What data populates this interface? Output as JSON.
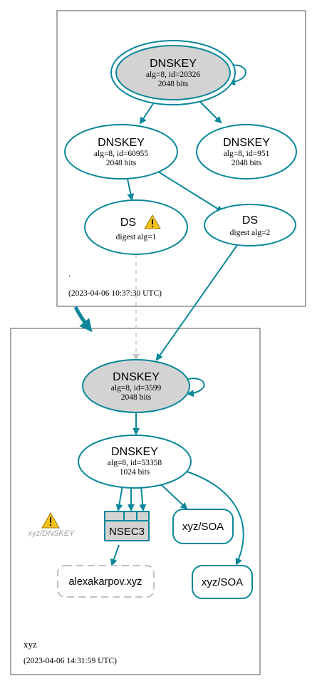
{
  "colors": {
    "edge": "#0a879a",
    "box": "#555555",
    "fill_gray": "#d3d3d3",
    "dashed": "#c0c0c0",
    "warning": "#f4c21b",
    "faint_text": "#a0a0a0"
  },
  "root_zone": {
    "name": ".",
    "timestamp": "(2023-04-06 10:37:30 UTC)",
    "ksk": {
      "title": "DNSKEY",
      "line1": "alg=8, id=20326",
      "line2": "2048 bits"
    },
    "zsk": {
      "title": "DNSKEY",
      "line1": "alg=8, id=60955",
      "line2": "2048 bits"
    },
    "dnskey951": {
      "title": "DNSKEY",
      "line1": "alg=8, id=951",
      "line2": "2048 bits"
    },
    "ds1": {
      "title": "DS",
      "line1": "digest alg=1",
      "icon": "warning-icon"
    },
    "ds2": {
      "title": "DS",
      "line1": "digest alg=2"
    }
  },
  "xyz_zone": {
    "name": "xyz",
    "timestamp": "(2023-04-06 14:31:59 UTC)",
    "ksk": {
      "title": "DNSKEY",
      "line1": "alg=8, id=3599",
      "line2": "2048 bits"
    },
    "zsk": {
      "title": "DNSKEY",
      "line1": "alg=8, id=53358",
      "line2": "1024 bits"
    },
    "nsec3": {
      "label": "NSEC3"
    },
    "soa1": {
      "label": "xyz/SOA"
    },
    "soa2": {
      "label": "xyz/SOA"
    },
    "warning": {
      "label": "xyz/DNSKEY",
      "icon": "warning-icon"
    },
    "nxdomain": {
      "label": "alexakarpov.xyz"
    }
  }
}
